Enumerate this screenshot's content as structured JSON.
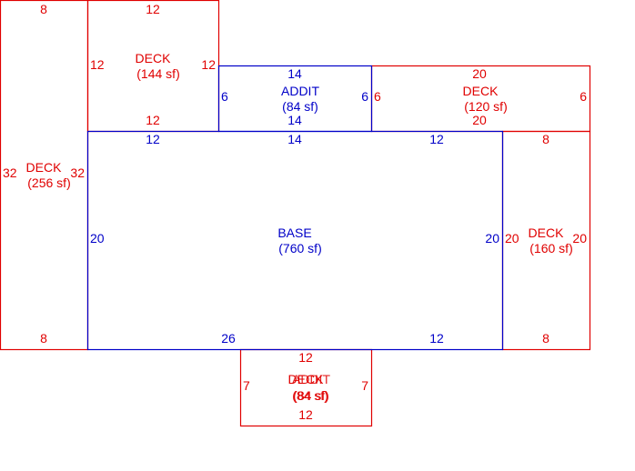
{
  "colors": {
    "deck": "#e00000",
    "base": "#0000c8",
    "background": "#ffffff"
  },
  "sections": {
    "deck_left": {
      "name": "DECK",
      "area": "(256 sf)",
      "top": "8",
      "bottom": "8",
      "left": "32",
      "right": "32"
    },
    "deck_top": {
      "name": "DECK",
      "area": "(144 sf)",
      "top": "12",
      "bottom": "12",
      "left": "12",
      "right": "12"
    },
    "addit_top": {
      "name": "ADDIT",
      "area": "(84 sf)",
      "top": "14",
      "bottom": "14",
      "left": "6",
      "right": "6"
    },
    "deck_top_right": {
      "name": "DECK",
      "area": "(120 sf)",
      "top": "20",
      "bottom": "20",
      "left": "6",
      "right": "6"
    },
    "base": {
      "name": "BASE",
      "area": "(760 sf)",
      "top_left": "12",
      "top_mid": "14",
      "top_right": "12",
      "left": "20",
      "right": "20",
      "bottom_left": "26",
      "bottom_right": "12"
    },
    "deck_right": {
      "name": "DECK",
      "area": "(160 sf)",
      "top": "8",
      "bottom": "8",
      "left": "20",
      "right": "20"
    },
    "addit_bottom": {
      "name": "ADDIT",
      "overlay_name": "DECK",
      "area": "(84 sf)",
      "overlay_area": "(84 sf)",
      "top": "12",
      "bottom": "12",
      "left": "7",
      "right": "7"
    }
  }
}
